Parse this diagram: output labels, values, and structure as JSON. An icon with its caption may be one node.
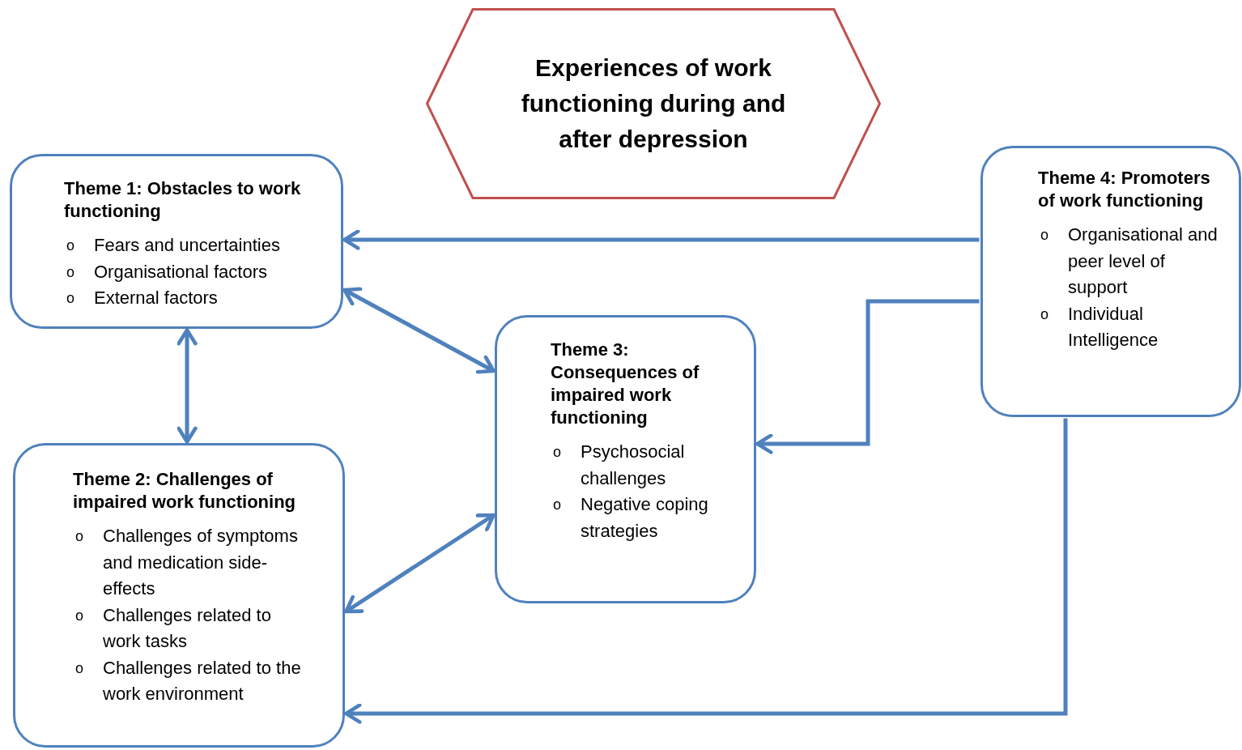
{
  "diagram": {
    "nodes": [
      {
        "text": [
          "Experiences of work functioning during and after depression"
        ]
      },
      {
        "text": [
          "Theme 1: Obstacles to work functioning",
          "o",
          "Fears and uncertainties",
          "o",
          "Organisational factors",
          "o",
          "External factors"
        ]
      },
      {
        "text": [
          "Theme 4: Promoters of work functioning",
          "o",
          "Organisational and peer level of support",
          "o",
          "Individual Intelligence"
        ]
      },
      {
        "text": [
          "Theme 3: Consequences of impaired work functioning",
          "o",
          "Psychosocial challenges",
          "o",
          "Negative coping strategies"
        ]
      },
      {
        "text": [
          "Theme 2: Challenges of impaired work functioning",
          "o",
          "Challenges of symptoms and medication side-effects",
          "o",
          "Challenges related to work tasks",
          "o",
          "Challenges related to the work environment"
        ]
      }
    ],
    "edges": [
      {
        "from": 2,
        "to": 1,
        "arrow": "to"
      },
      {
        "from": 1,
        "to": 3,
        "arrow": "both"
      },
      {
        "from": 1,
        "to": 4,
        "arrow": "both"
      },
      {
        "from": 2,
        "to": 3,
        "arrow": "to"
      },
      {
        "from": 4,
        "to": 3,
        "arrow": "both"
      },
      {
        "from": 2,
        "to": 4,
        "arrow": "to"
      }
    ]
  }
}
